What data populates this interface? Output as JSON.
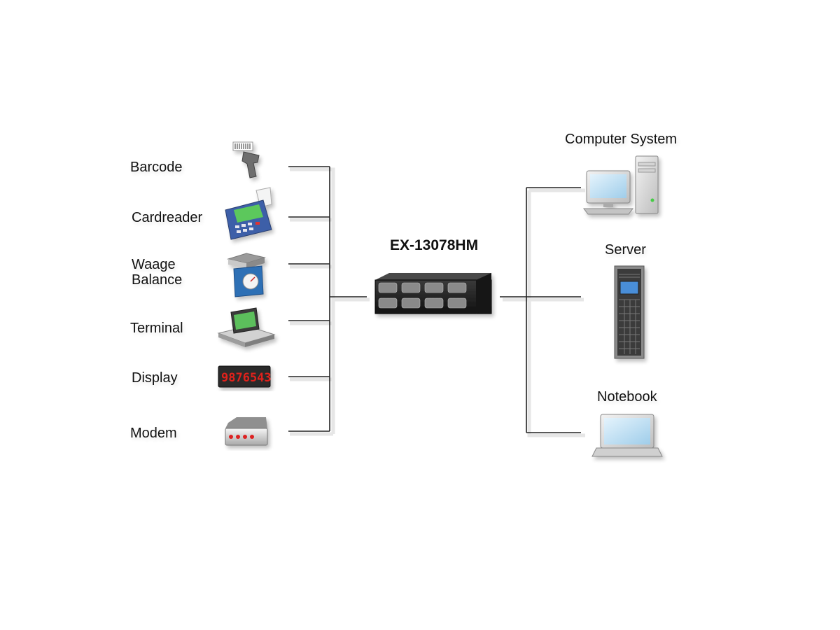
{
  "hub": {
    "model": "EX-13078HM"
  },
  "left_devices": [
    {
      "id": "barcode",
      "label": "Barcode",
      "icon": "barcode-scanner-icon"
    },
    {
      "id": "cardreader",
      "label": "Cardreader",
      "icon": "card-reader-icon"
    },
    {
      "id": "scale",
      "label_line1": "Waage",
      "label_line2": "Balance",
      "icon": "scale-icon"
    },
    {
      "id": "terminal",
      "label": "Terminal",
      "icon": "terminal-icon"
    },
    {
      "id": "display",
      "label": "Display",
      "icon": "led-display-icon",
      "readout": "9876543"
    },
    {
      "id": "modem",
      "label": "Modem",
      "icon": "modem-icon"
    }
  ],
  "right_devices": [
    {
      "id": "computer",
      "label": "Computer System",
      "icon": "computer-system-icon"
    },
    {
      "id": "server",
      "label": "Server",
      "icon": "server-rack-icon"
    },
    {
      "id": "notebook",
      "label": "Notebook",
      "icon": "notebook-icon"
    }
  ],
  "colors": {
    "line": "#222222",
    "led": "#e0201a",
    "screen": "#bfe0f5",
    "hub_body": "#1e1e1e"
  }
}
